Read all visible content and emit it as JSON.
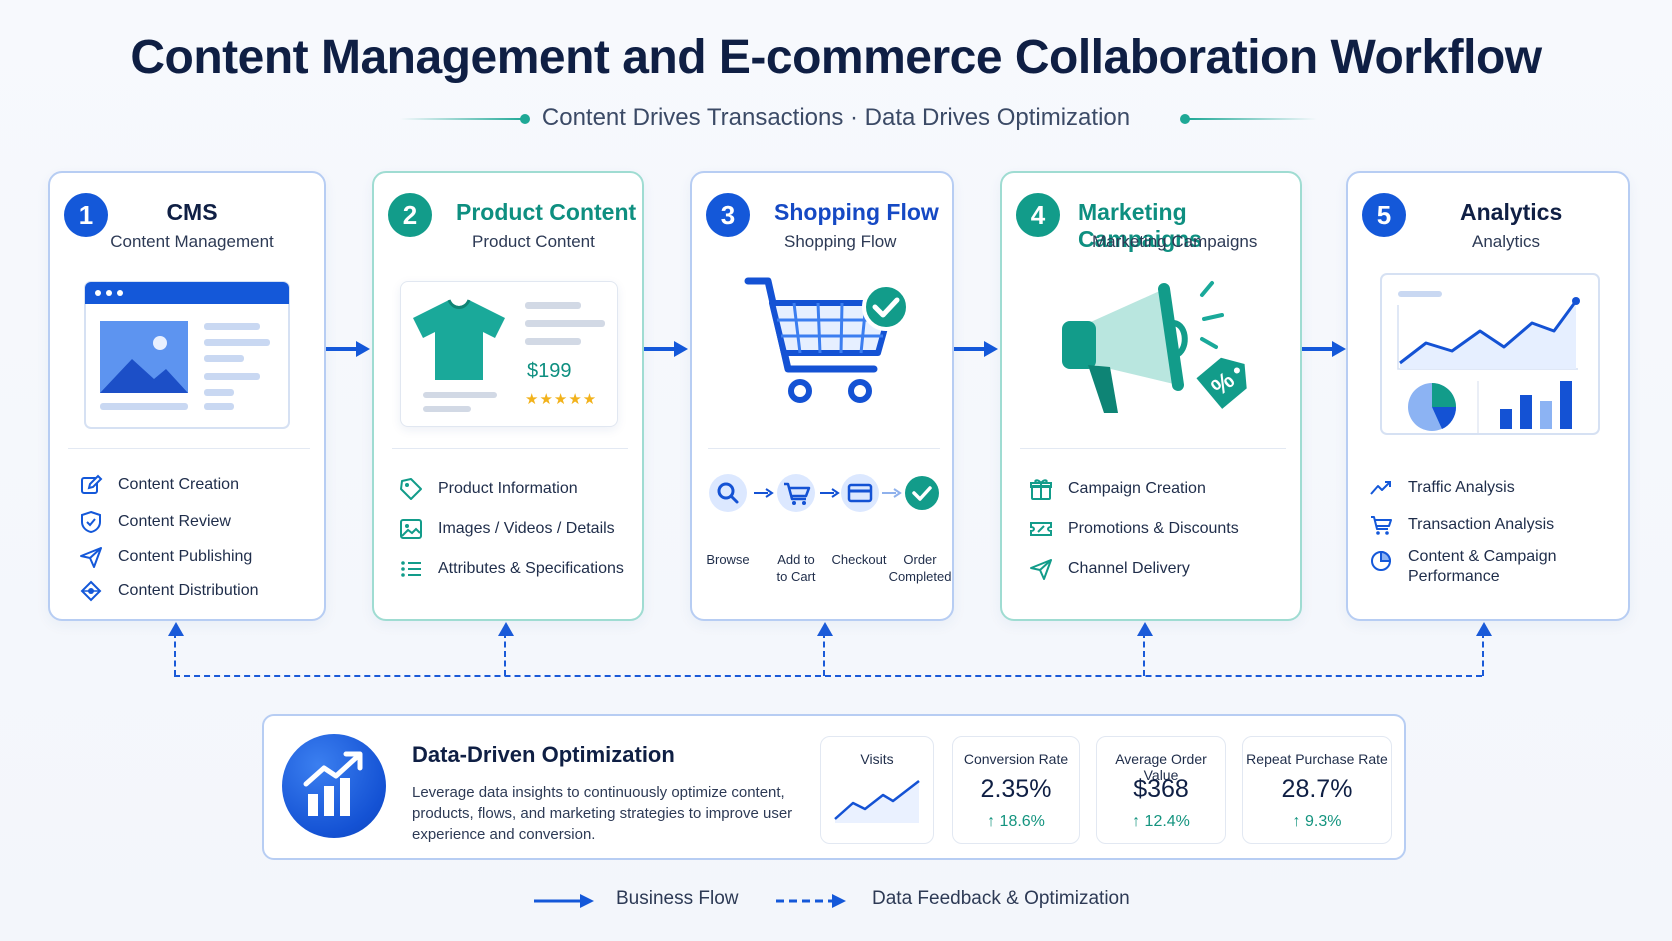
{
  "title": "Content Management and E-commerce Collaboration Workflow",
  "subtitle": "Content Drives Transactions · Data Drives Optimization",
  "colors": {
    "blue": "#1458d9",
    "teal": "#129c8a",
    "navy": "#0f1f44",
    "green": "#14947f"
  },
  "cards": [
    {
      "number": "1",
      "title": "CMS",
      "subtitle": "Content Management",
      "items": [
        {
          "icon": "edit-icon",
          "label": "Content Creation"
        },
        {
          "icon": "shield-check-icon",
          "label": "Content Review"
        },
        {
          "icon": "send-icon",
          "label": "Content Publishing"
        },
        {
          "icon": "distribution-icon",
          "label": "Content Distribution"
        }
      ]
    },
    {
      "number": "2",
      "title": "Product Content",
      "subtitle": "Product Content",
      "price": "$199",
      "items": [
        {
          "icon": "tag-icon",
          "label": "Product Information"
        },
        {
          "icon": "image-icon",
          "label": "Images / Videos / Details"
        },
        {
          "icon": "list-icon",
          "label": "Attributes & Specifications"
        }
      ]
    },
    {
      "number": "3",
      "title": "Shopping Flow",
      "subtitle": "Shopping Flow",
      "steps": [
        {
          "icon": "search-icon",
          "label": "Browse"
        },
        {
          "icon": "cart-icon",
          "label": "Add to\nto Cart"
        },
        {
          "icon": "card-icon",
          "label": "Checkout"
        },
        {
          "icon": "check-icon",
          "label": "Order\nCompleted"
        }
      ]
    },
    {
      "number": "4",
      "title": "Marketing Campaigns",
      "subtitle": "Marketing Campaigns",
      "items": [
        {
          "icon": "gift-icon",
          "label": "Campaign Creation"
        },
        {
          "icon": "ticket-icon",
          "label": "Promotions & Discounts"
        },
        {
          "icon": "send-icon",
          "label": "Channel Delivery"
        }
      ]
    },
    {
      "number": "5",
      "title": "Analytics",
      "subtitle": "Analytics",
      "items": [
        {
          "icon": "trend-icon",
          "label": "Traffic Analysis"
        },
        {
          "icon": "cart-icon",
          "label": "Transaction Analysis"
        },
        {
          "icon": "pie-icon",
          "label": "Content & Campaign\nPerformance"
        }
      ]
    }
  ],
  "optimization": {
    "title": "Data-Driven Optimization",
    "description": "Leverage data insights to continuously optimize content, products, flows, and marketing strategies to improve user experience and conversion.",
    "metrics": [
      {
        "label": "Visits",
        "value": "",
        "delta": ""
      },
      {
        "label": "Conversion Rate",
        "value": "2.35%",
        "delta": "↑ 18.6%"
      },
      {
        "label": "Average Order Value",
        "value": "$368",
        "delta": "↑ 12.4%"
      },
      {
        "label": "Repeat Purchase Rate",
        "value": "28.7%",
        "delta": "↑ 9.3%"
      }
    ]
  },
  "legend": {
    "business_flow": "Business Flow",
    "data_feedback": "Data Feedback & Optimization"
  }
}
